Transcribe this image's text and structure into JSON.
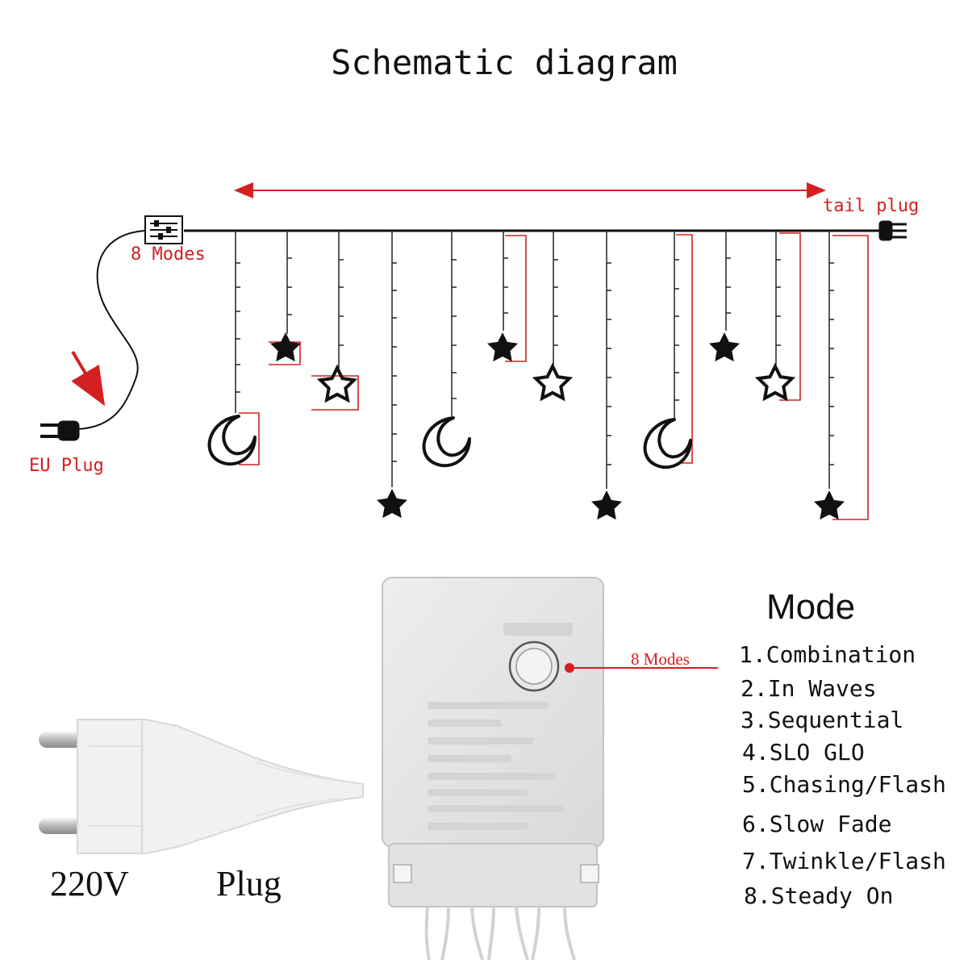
{
  "title": "Schematic diagram",
  "labels": {
    "tail_plug": "tail plug",
    "controller_modes": "8 Modes",
    "eu_plug": "EU Plug",
    "button_modes": "8 Modes",
    "voltage": "220V",
    "plug": "Plug"
  },
  "mode_list": {
    "heading": "Mode",
    "items": [
      "1.Combination",
      "2.In Waves",
      "3.Sequential",
      "4.SLO GLO",
      "5.Chasing/Flash",
      "6.Slow Fade",
      "7.Twinkle/Flash",
      "8.Steady On"
    ]
  },
  "colors": {
    "ink": "#111111",
    "accent": "#d42020",
    "box_face": "#e6e6e6",
    "box_edge": "#b8b8b8"
  },
  "icons": [
    "eu-plug-icon",
    "tail-plug-icon",
    "controller-icon",
    "star-filled-icon",
    "star-outline-icon",
    "crescent-moon-icon"
  ]
}
